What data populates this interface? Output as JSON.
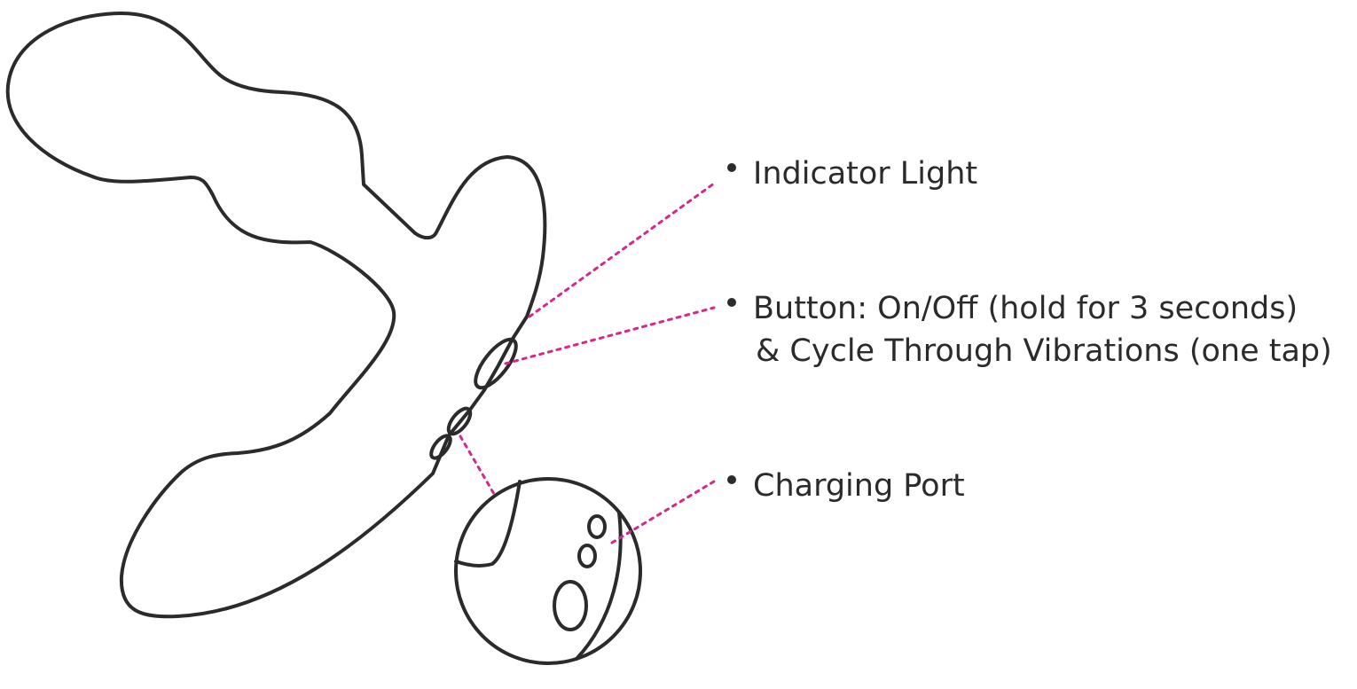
{
  "labels": {
    "indicator_light": "Indicator Light",
    "button_line1": "Button: On/Off (hold for 3 seconds)",
    "button_line2": "& Cycle Through Vibrations (one tap)",
    "charging_port": "Charging Port"
  },
  "colors": {
    "outline": "#2b2b2b",
    "leader_line": "#d6288a",
    "text": "#2b2b2b",
    "background": "#ffffff"
  }
}
